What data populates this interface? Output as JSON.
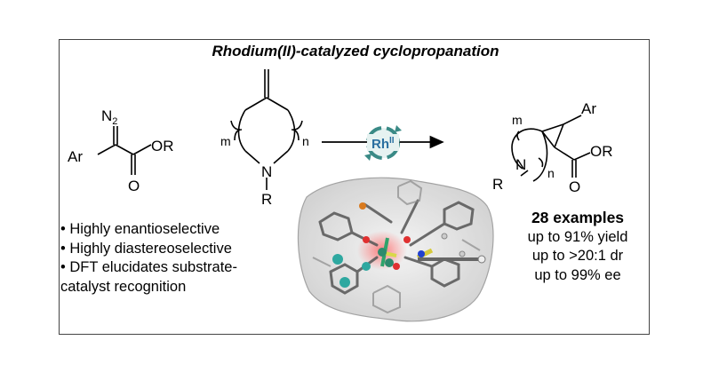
{
  "title": "Rhodium(II)-catalyzed cyclopropanation",
  "diazo": {
    "n2": "N",
    "n2_sub": "2",
    "ar": "Ar",
    "or": "OR",
    "o": "O"
  },
  "alkene": {
    "m": "m",
    "n": "n",
    "n_atom": "N",
    "r": "R"
  },
  "catalyst": {
    "rh": "Rh",
    "ox": "II"
  },
  "product": {
    "m": "m",
    "n": "n",
    "ar": "Ar",
    "n_atom": "N",
    "r": "R",
    "or": "OR",
    "o": "O"
  },
  "features": [
    "Highly enantioselective",
    "Highly diastereoselective",
    "DFT elucidates substrate-",
    "catalyst recognition"
  ],
  "stats": {
    "examples": "28 examples",
    "yield": "up to 91% yield",
    "dr": "up to >20:1 dr",
    "ee": "up to 99% ee"
  },
  "colors": {
    "rh_arrow": "#3a8a86",
    "rh_fill": "#e6f2f1",
    "rh_text": "#2a6fa0"
  }
}
